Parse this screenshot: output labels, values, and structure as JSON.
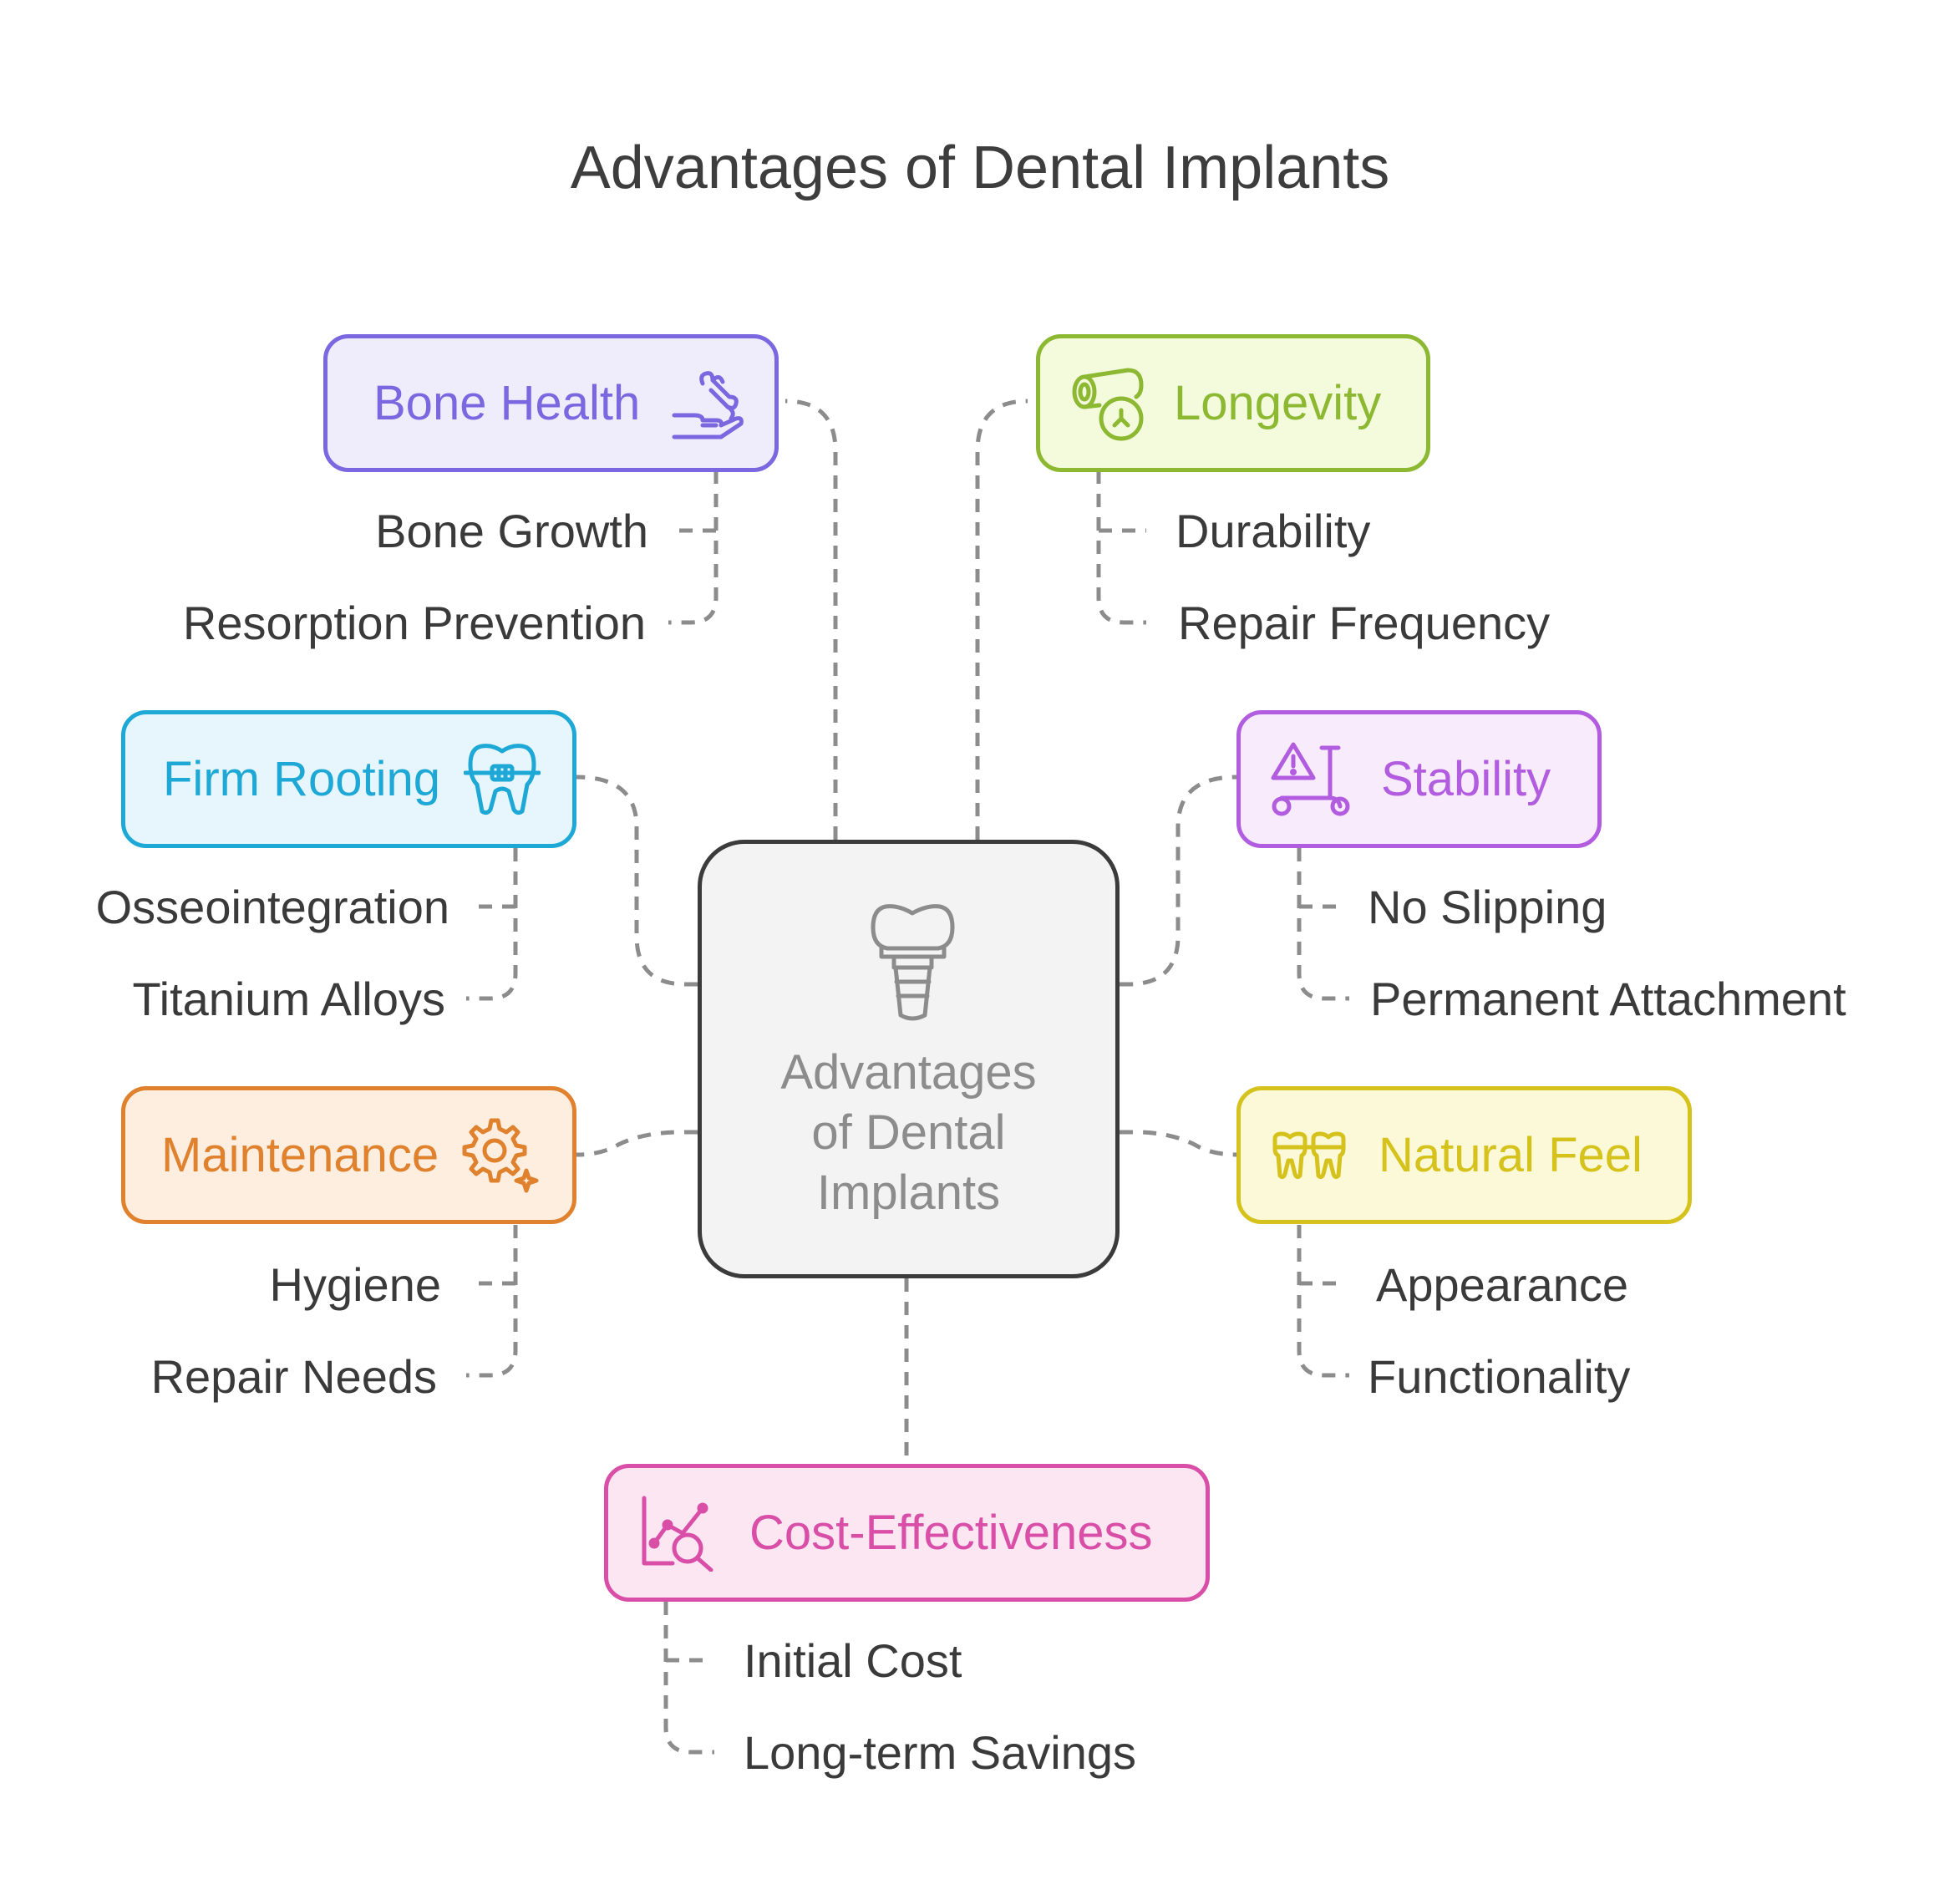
{
  "title": "Advantages of Dental Implants",
  "center": {
    "lines": [
      "Advantages",
      "of Dental",
      "Implants"
    ],
    "icon": "dental-implant-icon"
  },
  "nodes": [
    {
      "id": "bone-health",
      "label": "Bone Health",
      "color": "#7b68e0",
      "fill": "#efedfc",
      "icon": "hand-bone-icon",
      "subs": [
        "Bone Growth",
        "Resorption Prevention"
      ]
    },
    {
      "id": "longevity",
      "label": "Longevity",
      "color": "#8cb832",
      "fill": "#f3fbdc",
      "icon": "log-timer-icon",
      "subs": [
        "Durability",
        "Repair Frequency"
      ]
    },
    {
      "id": "firm-rooting",
      "label": "Firm Rooting",
      "color": "#1ea8d6",
      "fill": "#e6f6fc",
      "icon": "braces-tooth-icon",
      "subs": [
        "Osseointegration",
        "Titanium Alloys"
      ]
    },
    {
      "id": "stability",
      "label": "Stability",
      "color": "#b25ce0",
      "fill": "#f8ecfc",
      "icon": "scooter-warning-icon",
      "subs": [
        "No Slipping",
        "Permanent Attachment"
      ]
    },
    {
      "id": "maintenance",
      "label": "Maintenance",
      "color": "#e0812e",
      "fill": "#fdeee0",
      "icon": "gear-sparkle-icon",
      "subs": [
        "Hygiene",
        "Repair Needs"
      ]
    },
    {
      "id": "natural-feel",
      "label": "Natural Feel",
      "color": "#d6c21c",
      "fill": "#fcf9d8",
      "icon": "teeth-icon",
      "subs": [
        "Appearance",
        "Functionality"
      ]
    },
    {
      "id": "cost-effectiveness",
      "label": "Cost-Effectiveness",
      "color": "#d94fa8",
      "fill": "#fce6f2",
      "icon": "chart-search-icon",
      "subs": [
        "Initial Cost",
        "Long-term Savings"
      ]
    }
  ]
}
